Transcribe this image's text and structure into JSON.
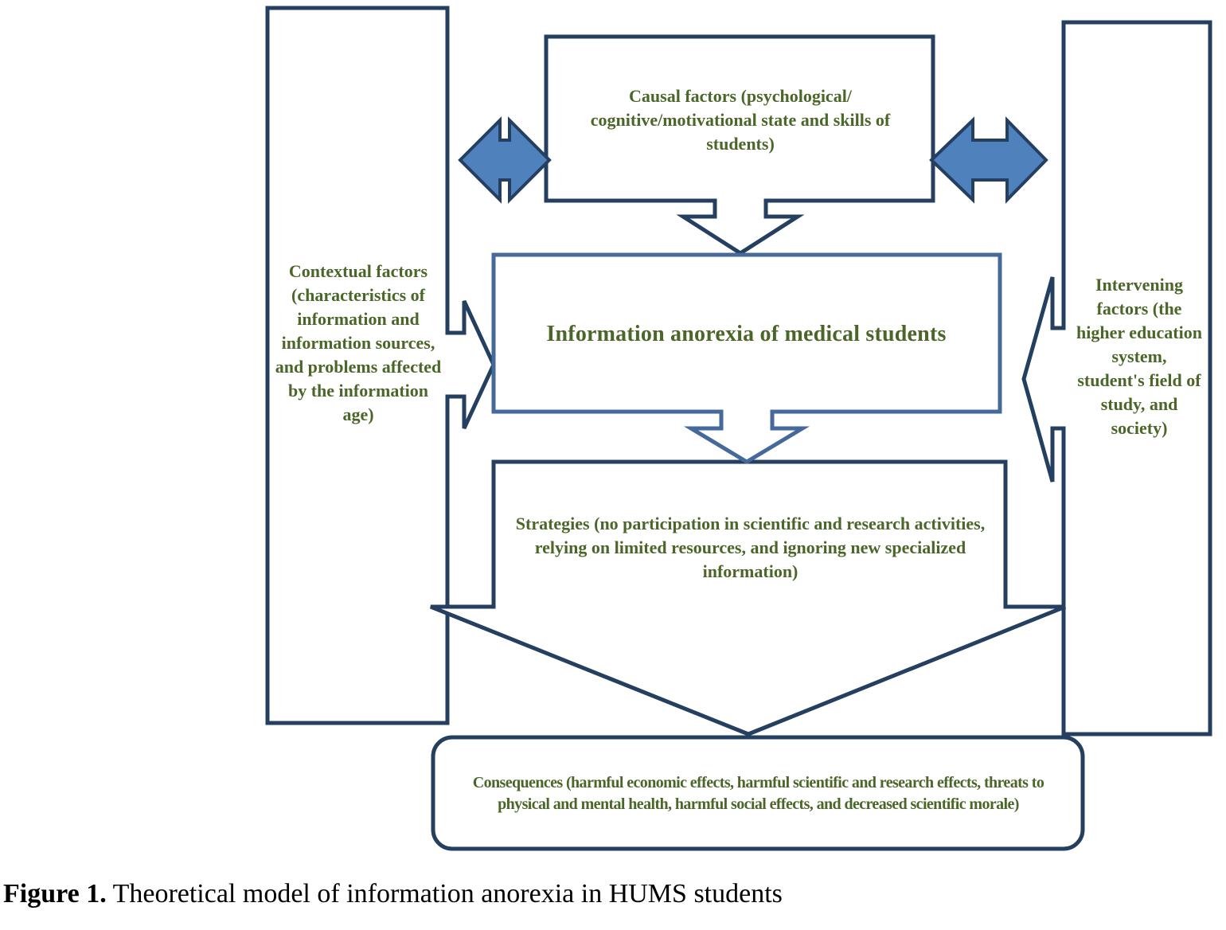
{
  "diagram": {
    "causal": "Causal factors (psychological/ cognitive/motivational state and skills of students)",
    "core": "Information anorexia of medical students",
    "contextual": "Contextual factors (characteristics of information and information sources, and problems affected by the information age)",
    "intervening": "Intervening factors (the higher education system, student's field of study, and society)",
    "strategies": "Strategies (no participation in scientific and research activities, relying on limited resources, and ignoring new specialized information)",
    "consequences": "Consequences (harmful economic effects, harmful scientific and research effects, threats to physical and mental health, harmful social effects, and decreased scientific morale)"
  },
  "caption": {
    "number": "Figure 1.",
    "text": " Theoretical model of information anorexia in HUMS students"
  },
  "colors": {
    "outline": "#243f60",
    "core_outline": "#44699a",
    "arrow_fill": "#4f81bd",
    "text": "#4a6628"
  }
}
